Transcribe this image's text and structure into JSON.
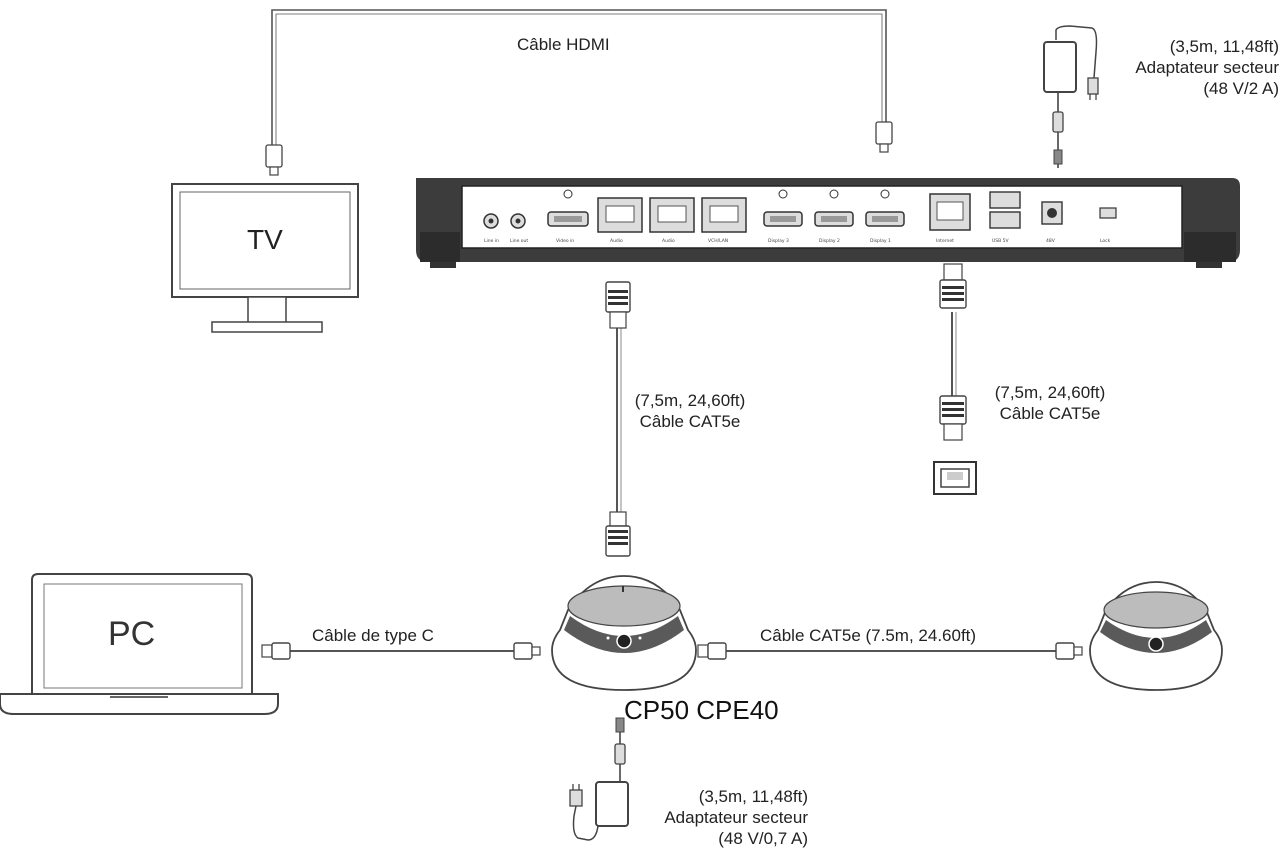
{
  "labels": {
    "tv": "TV",
    "pc": "PC",
    "hdmi_cable": "Câble HDMI",
    "cat5e_left_len": "(7,5m, 24,60ft)",
    "cat5e_left_name": "Câble CAT5e",
    "cat5e_right_len": "(7,5m, 24,60ft)",
    "cat5e_right_name": "Câble CAT5e",
    "typec_cable": "Câble de type C",
    "cat5e_expansion": "Câble CAT5e (7.5m, 24.60ft)",
    "model": "CP50 CPE40",
    "top_adapter": {
      "line1": "(3,5m, 11,48ft)",
      "line2": "Adaptateur secteur",
      "line3": "(48 V/2 A)"
    },
    "bottom_adapter": {
      "line1": "(3,5m, 11,48ft)",
      "line2": "Adaptateur secteur",
      "line3": "(48 V/0,7 A)"
    }
  },
  "ports": [
    "Line in",
    "Line out",
    "Video in",
    "Audio",
    "Audio",
    "VCH/LAN",
    "Display 3",
    "Display 2",
    "Display 1",
    "Internet",
    "USB 5V",
    "48V",
    "Lock"
  ],
  "colors": {
    "line": "#4a4a4a",
    "device": "#3a3a3a",
    "port": "#dedede"
  }
}
